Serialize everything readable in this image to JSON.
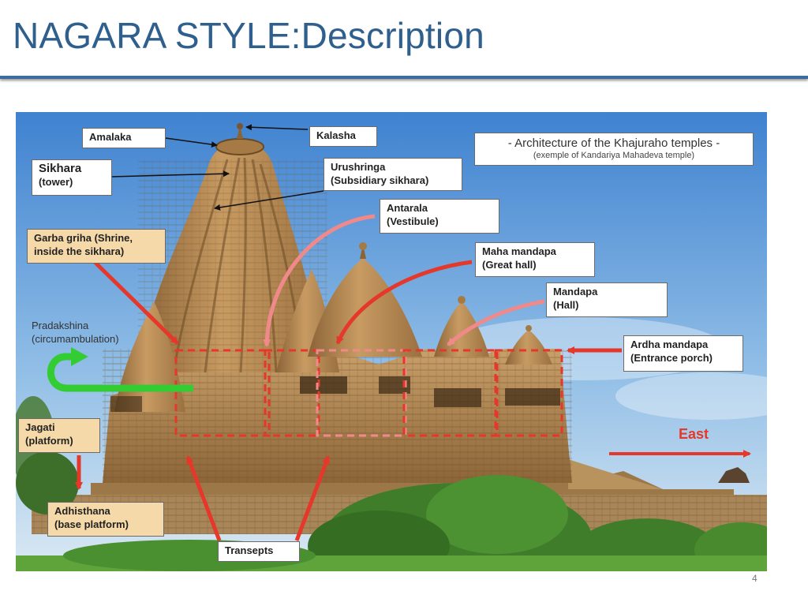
{
  "slide": {
    "title": "NAGARA STYLE:Description",
    "page_number": "4"
  },
  "figure": {
    "architecture_title": "- Architecture of the Khajuraho temples -",
    "architecture_subtitle": "(exemple of Kandariya Mahadeva temple)",
    "labels": {
      "amalaka": "Amalaka",
      "kalasha": "Kalasha",
      "sikhara": "Sikhara",
      "sikhara_sub": "(tower)",
      "urushringa": "Urushringa",
      "urushringa_sub": "(Subsidiary sikhara)",
      "antarala": "Antarala",
      "antarala_sub": "(Vestibule)",
      "garba_griha": "Garba griha (Shrine,",
      "garba_griha_sub": "inside the sikhara)",
      "maha_mandapa": "Maha mandapa",
      "maha_mandapa_sub": "(Great hall)",
      "mandapa": "Mandapa",
      "mandapa_sub": "(Hall)",
      "pradakshina": "Pradakshina",
      "pradakshina_sub": "(circumambulation)",
      "ardha_mandapa": "Ardha mandapa",
      "ardha_mandapa_sub": "(Entrance porch)",
      "jagati": "Jagati",
      "jagati_sub": "(platform)",
      "east": "East",
      "adhisthana": "Adhisthana",
      "adhisthana_sub": "(base platform)",
      "transepts": "Transepts"
    },
    "colors": {
      "sky_top": "#4f8ed6",
      "sky_bottom": "#cfe2f2",
      "stone": "#b58a55",
      "stone_dark": "#7d5a33",
      "greenery": "#3f7d2a",
      "arrow_red": "#e5382a",
      "arrow_pink": "#f08a8a",
      "arrow_green": "#33cc33",
      "label_tan": "#f5d9a8"
    }
  }
}
